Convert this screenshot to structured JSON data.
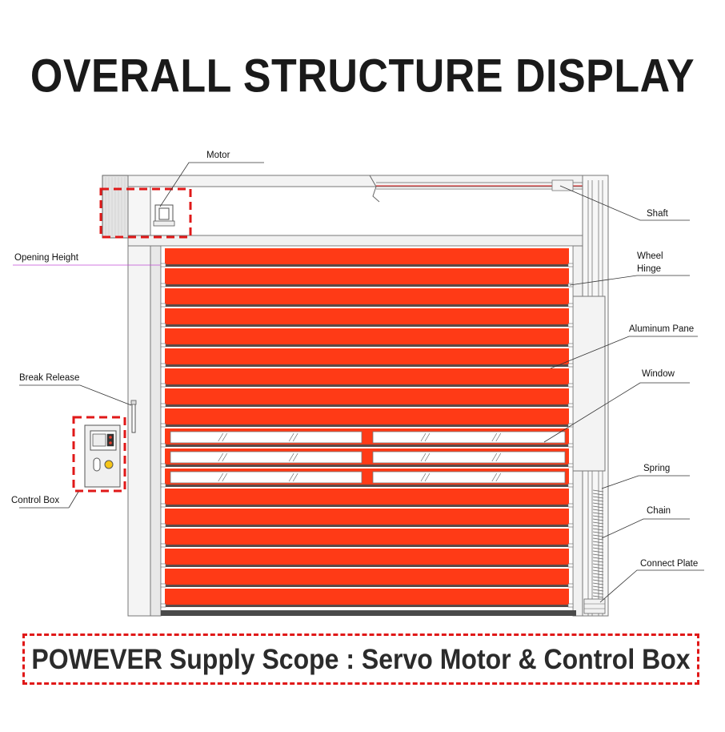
{
  "title": "OVERALL STRUCTURE DISPLAY",
  "labels": {
    "motor": "Motor",
    "shaft": "Shaft",
    "opening_height": "Opening Height",
    "wheel": "Wheel",
    "hinge": "Hinge",
    "aluminum_pane": "Aluminum Pane",
    "window": "Window",
    "break_release": "Break Release",
    "control_box": "Control Box",
    "spring": "Spring",
    "chain": "Chain",
    "connect_plate": "Connect Plate"
  },
  "scope": "POWEVER Supply Scope : Servo Motor & Control Box",
  "colors": {
    "panel": "#ff3a16",
    "highlight": "#e01818",
    "frame": "#f2f2f2",
    "outline": "#555555"
  }
}
